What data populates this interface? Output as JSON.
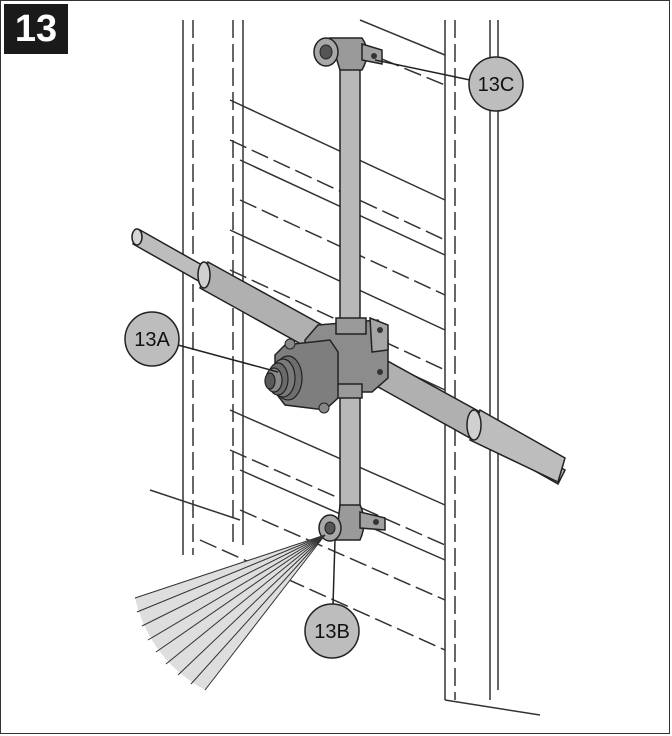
{
  "step_number": "13",
  "callouts": {
    "c13a": "13A",
    "c13b": "13B",
    "c13c": "13C"
  },
  "colors": {
    "pipe": "#b5b5b5",
    "valve": "#8a8a8a",
    "callout_fill": "#bdbdbd",
    "line": "#222222"
  }
}
